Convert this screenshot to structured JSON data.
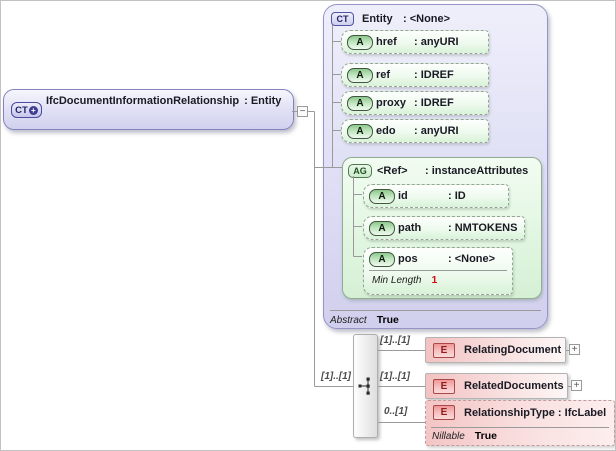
{
  "colors": {
    "complex_type_fill": "#dedef5",
    "complex_type_border": "#8282bc",
    "attribute_fill": "#e6f7e6",
    "attribute_group_fill": "#e2f6e2",
    "element_fill": "#f3c2c2",
    "facet_value_color": "#cc1111",
    "connector_line": "#9a9a9a"
  },
  "icons": {
    "complex_type": "CT",
    "complex_type_plus": "+",
    "attribute": "A",
    "attribute_group": "AG",
    "element": "E",
    "collapse": "−",
    "expand": "+"
  },
  "root": {
    "name": "IfcDocumentInformationRelationship",
    "type": ": Entity"
  },
  "base_type": {
    "name": "Entity",
    "type": ": <None>",
    "attributes": [
      {
        "name": "href",
        "type": ": anyURI"
      },
      {
        "name": "ref",
        "type": ": IDREF"
      },
      {
        "name": "proxy",
        "type": ": IDREF"
      },
      {
        "name": "edo",
        "type": ": anyURI"
      }
    ],
    "attribute_group": {
      "name": "<Ref>",
      "type": ": instanceAttributes",
      "attributes": [
        {
          "name": "id",
          "type": ": ID"
        },
        {
          "name": "path",
          "type": ": NMTOKENS"
        },
        {
          "name": "pos",
          "type": ": <None>"
        }
      ],
      "facet": {
        "label": "Min Length",
        "value": "1"
      }
    },
    "abstract_label": "Abstract",
    "abstract_value": "True"
  },
  "content": {
    "sequence_cardinality": "[1]..[1]",
    "elements": [
      {
        "cardinality": "[1]..[1]",
        "label": "RelatingDocument"
      },
      {
        "cardinality": "[1]..[1]",
        "label": "RelatedDocuments"
      },
      {
        "cardinality": "0..[1]",
        "label": "RelationshipType : IfcLabel",
        "nillable_label": "Nillable",
        "nillable_value": "True"
      }
    ]
  }
}
